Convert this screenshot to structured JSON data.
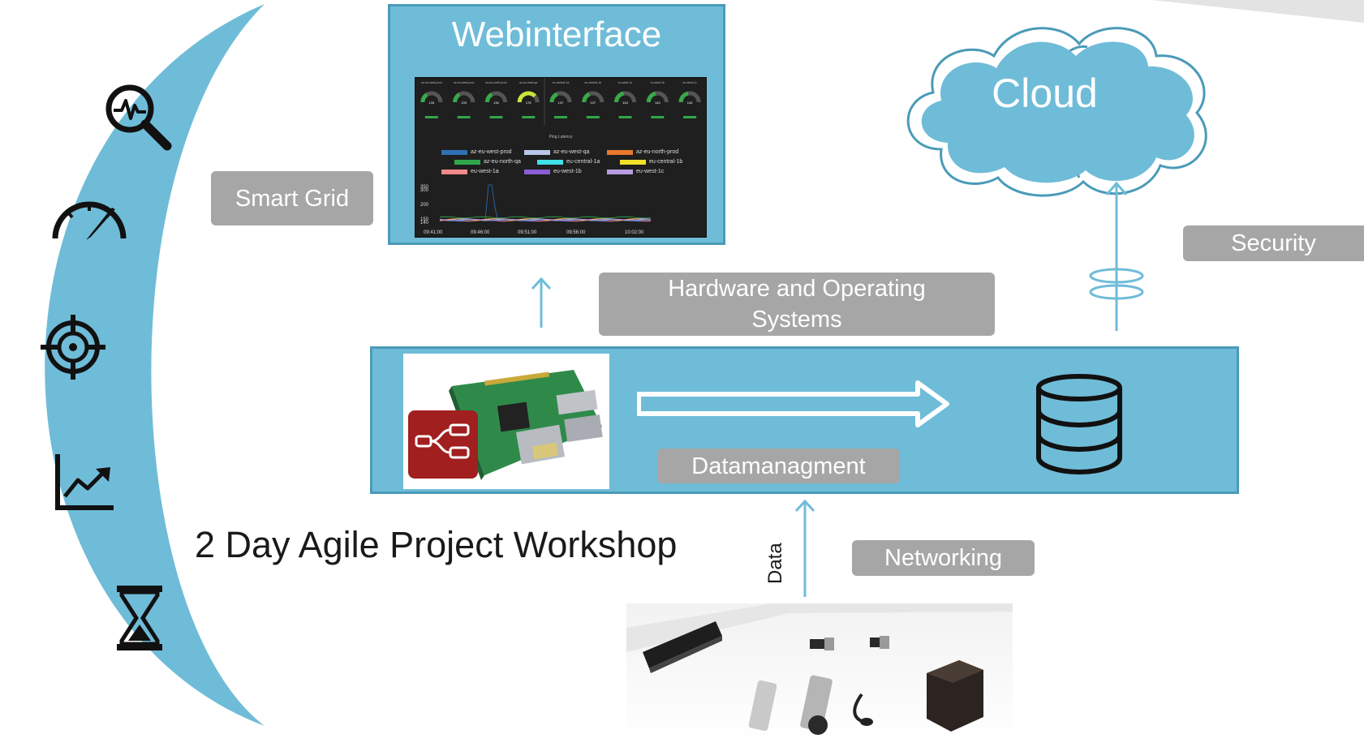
{
  "colors": {
    "accent_blue": "#6fbcd8",
    "border_blue": "#4a9bb8",
    "label_gray": "#a6a6a6",
    "icon_black": "#111111"
  },
  "sidebar": {
    "icons": [
      "analytics-search-icon",
      "speedometer-icon",
      "target-icon",
      "line-chart-icon",
      "hourglass-icon"
    ]
  },
  "webinterface": {
    "title": "Webinterface",
    "gauge_names": [
      "az-eu-west-prod",
      "az-eu-west-prod",
      "az-eu-north-prod",
      "az-eu-west-qa",
      "eu-central-1a",
      "eu-central-1b",
      "eu-west-1a",
      "eu-west-1b",
      "eu-west-1c"
    ],
    "gauge_values": [
      "133",
      "133",
      "134",
      "176",
      "137",
      "137",
      "144",
      "143",
      "144"
    ],
    "chart_title": "Ping Latency",
    "legend": [
      {
        "name": "az-eu-west-prod",
        "color": "#2f6fb5"
      },
      {
        "name": "az-eu-west-qa",
        "color": "#b9c7e8"
      },
      {
        "name": "az-eu-north-prod",
        "color": "#e8782a"
      },
      {
        "name": "az-eu-north-qa",
        "color": "#2ea84a"
      },
      {
        "name": "eu-central-1a",
        "color": "#3fe0e8"
      },
      {
        "name": "eu-central-1b",
        "color": "#f2e02a"
      },
      {
        "name": "eu-west-1a",
        "color": "#f08a8a"
      },
      {
        "name": "eu-west-1b",
        "color": "#8a5cd6"
      },
      {
        "name": "eu-west-1c",
        "color": "#b79ce0"
      }
    ],
    "y_ticks": [
      "350",
      "300",
      "200",
      "150",
      "140"
    ],
    "x_ticks": [
      "09:41:00",
      "09:46:00",
      "09:51:00",
      "09:56:00",
      "10:02:00"
    ]
  },
  "labels": {
    "smart_grid": "Smart Grid",
    "hardware_os": "Hardware and Operating Systems",
    "security": "Security",
    "datamanagement": "Datamanagment",
    "networking": "Networking",
    "cloud": "Cloud",
    "data": "Data"
  },
  "headline": "2 Day Agile Project Workshop"
}
